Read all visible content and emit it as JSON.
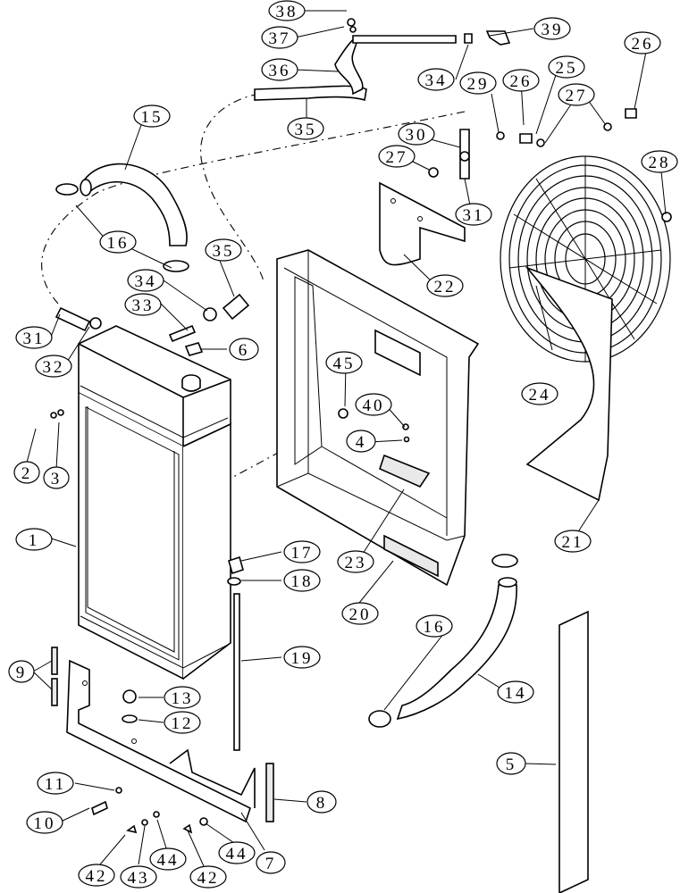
{
  "callouts": [
    {
      "id": "c1",
      "text": "1"
    },
    {
      "id": "c2",
      "text": "2"
    },
    {
      "id": "c3",
      "text": "3"
    },
    {
      "id": "c4",
      "text": "4"
    },
    {
      "id": "c5",
      "text": "5"
    },
    {
      "id": "c6",
      "text": "6"
    },
    {
      "id": "c7",
      "text": "7"
    },
    {
      "id": "c8",
      "text": "8"
    },
    {
      "id": "c9",
      "text": "9"
    },
    {
      "id": "c10",
      "text": "10"
    },
    {
      "id": "c11",
      "text": "11"
    },
    {
      "id": "c12",
      "text": "12"
    },
    {
      "id": "c13",
      "text": "13"
    },
    {
      "id": "c14",
      "text": "14"
    },
    {
      "id": "c15",
      "text": "15"
    },
    {
      "id": "c16a",
      "text": "16"
    },
    {
      "id": "c16b",
      "text": "16"
    },
    {
      "id": "c17",
      "text": "17"
    },
    {
      "id": "c18",
      "text": "18"
    },
    {
      "id": "c19",
      "text": "19"
    },
    {
      "id": "c20",
      "text": "20"
    },
    {
      "id": "c21",
      "text": "21"
    },
    {
      "id": "c22",
      "text": "22"
    },
    {
      "id": "c23",
      "text": "23"
    },
    {
      "id": "c24",
      "text": "24"
    },
    {
      "id": "c25",
      "text": "25"
    },
    {
      "id": "c26a",
      "text": "26"
    },
    {
      "id": "c26b",
      "text": "26"
    },
    {
      "id": "c27a",
      "text": "27"
    },
    {
      "id": "c27b",
      "text": "27"
    },
    {
      "id": "c28",
      "text": "28"
    },
    {
      "id": "c29",
      "text": "29"
    },
    {
      "id": "c30",
      "text": "30"
    },
    {
      "id": "c31a",
      "text": "31"
    },
    {
      "id": "c31b",
      "text": "31"
    },
    {
      "id": "c32",
      "text": "32"
    },
    {
      "id": "c33",
      "text": "33"
    },
    {
      "id": "c34a",
      "text": "34"
    },
    {
      "id": "c34b",
      "text": "34"
    },
    {
      "id": "c35a",
      "text": "35"
    },
    {
      "id": "c35b",
      "text": "35"
    },
    {
      "id": "c36",
      "text": "36"
    },
    {
      "id": "c37",
      "text": "37"
    },
    {
      "id": "c38",
      "text": "38"
    },
    {
      "id": "c39",
      "text": "39"
    },
    {
      "id": "c40",
      "text": "40"
    },
    {
      "id": "c42a",
      "text": "42"
    },
    {
      "id": "c42b",
      "text": "42"
    },
    {
      "id": "c43",
      "text": "43"
    },
    {
      "id": "c44a",
      "text": "44"
    },
    {
      "id": "c44b",
      "text": "44"
    },
    {
      "id": "c45",
      "text": "45"
    }
  ]
}
